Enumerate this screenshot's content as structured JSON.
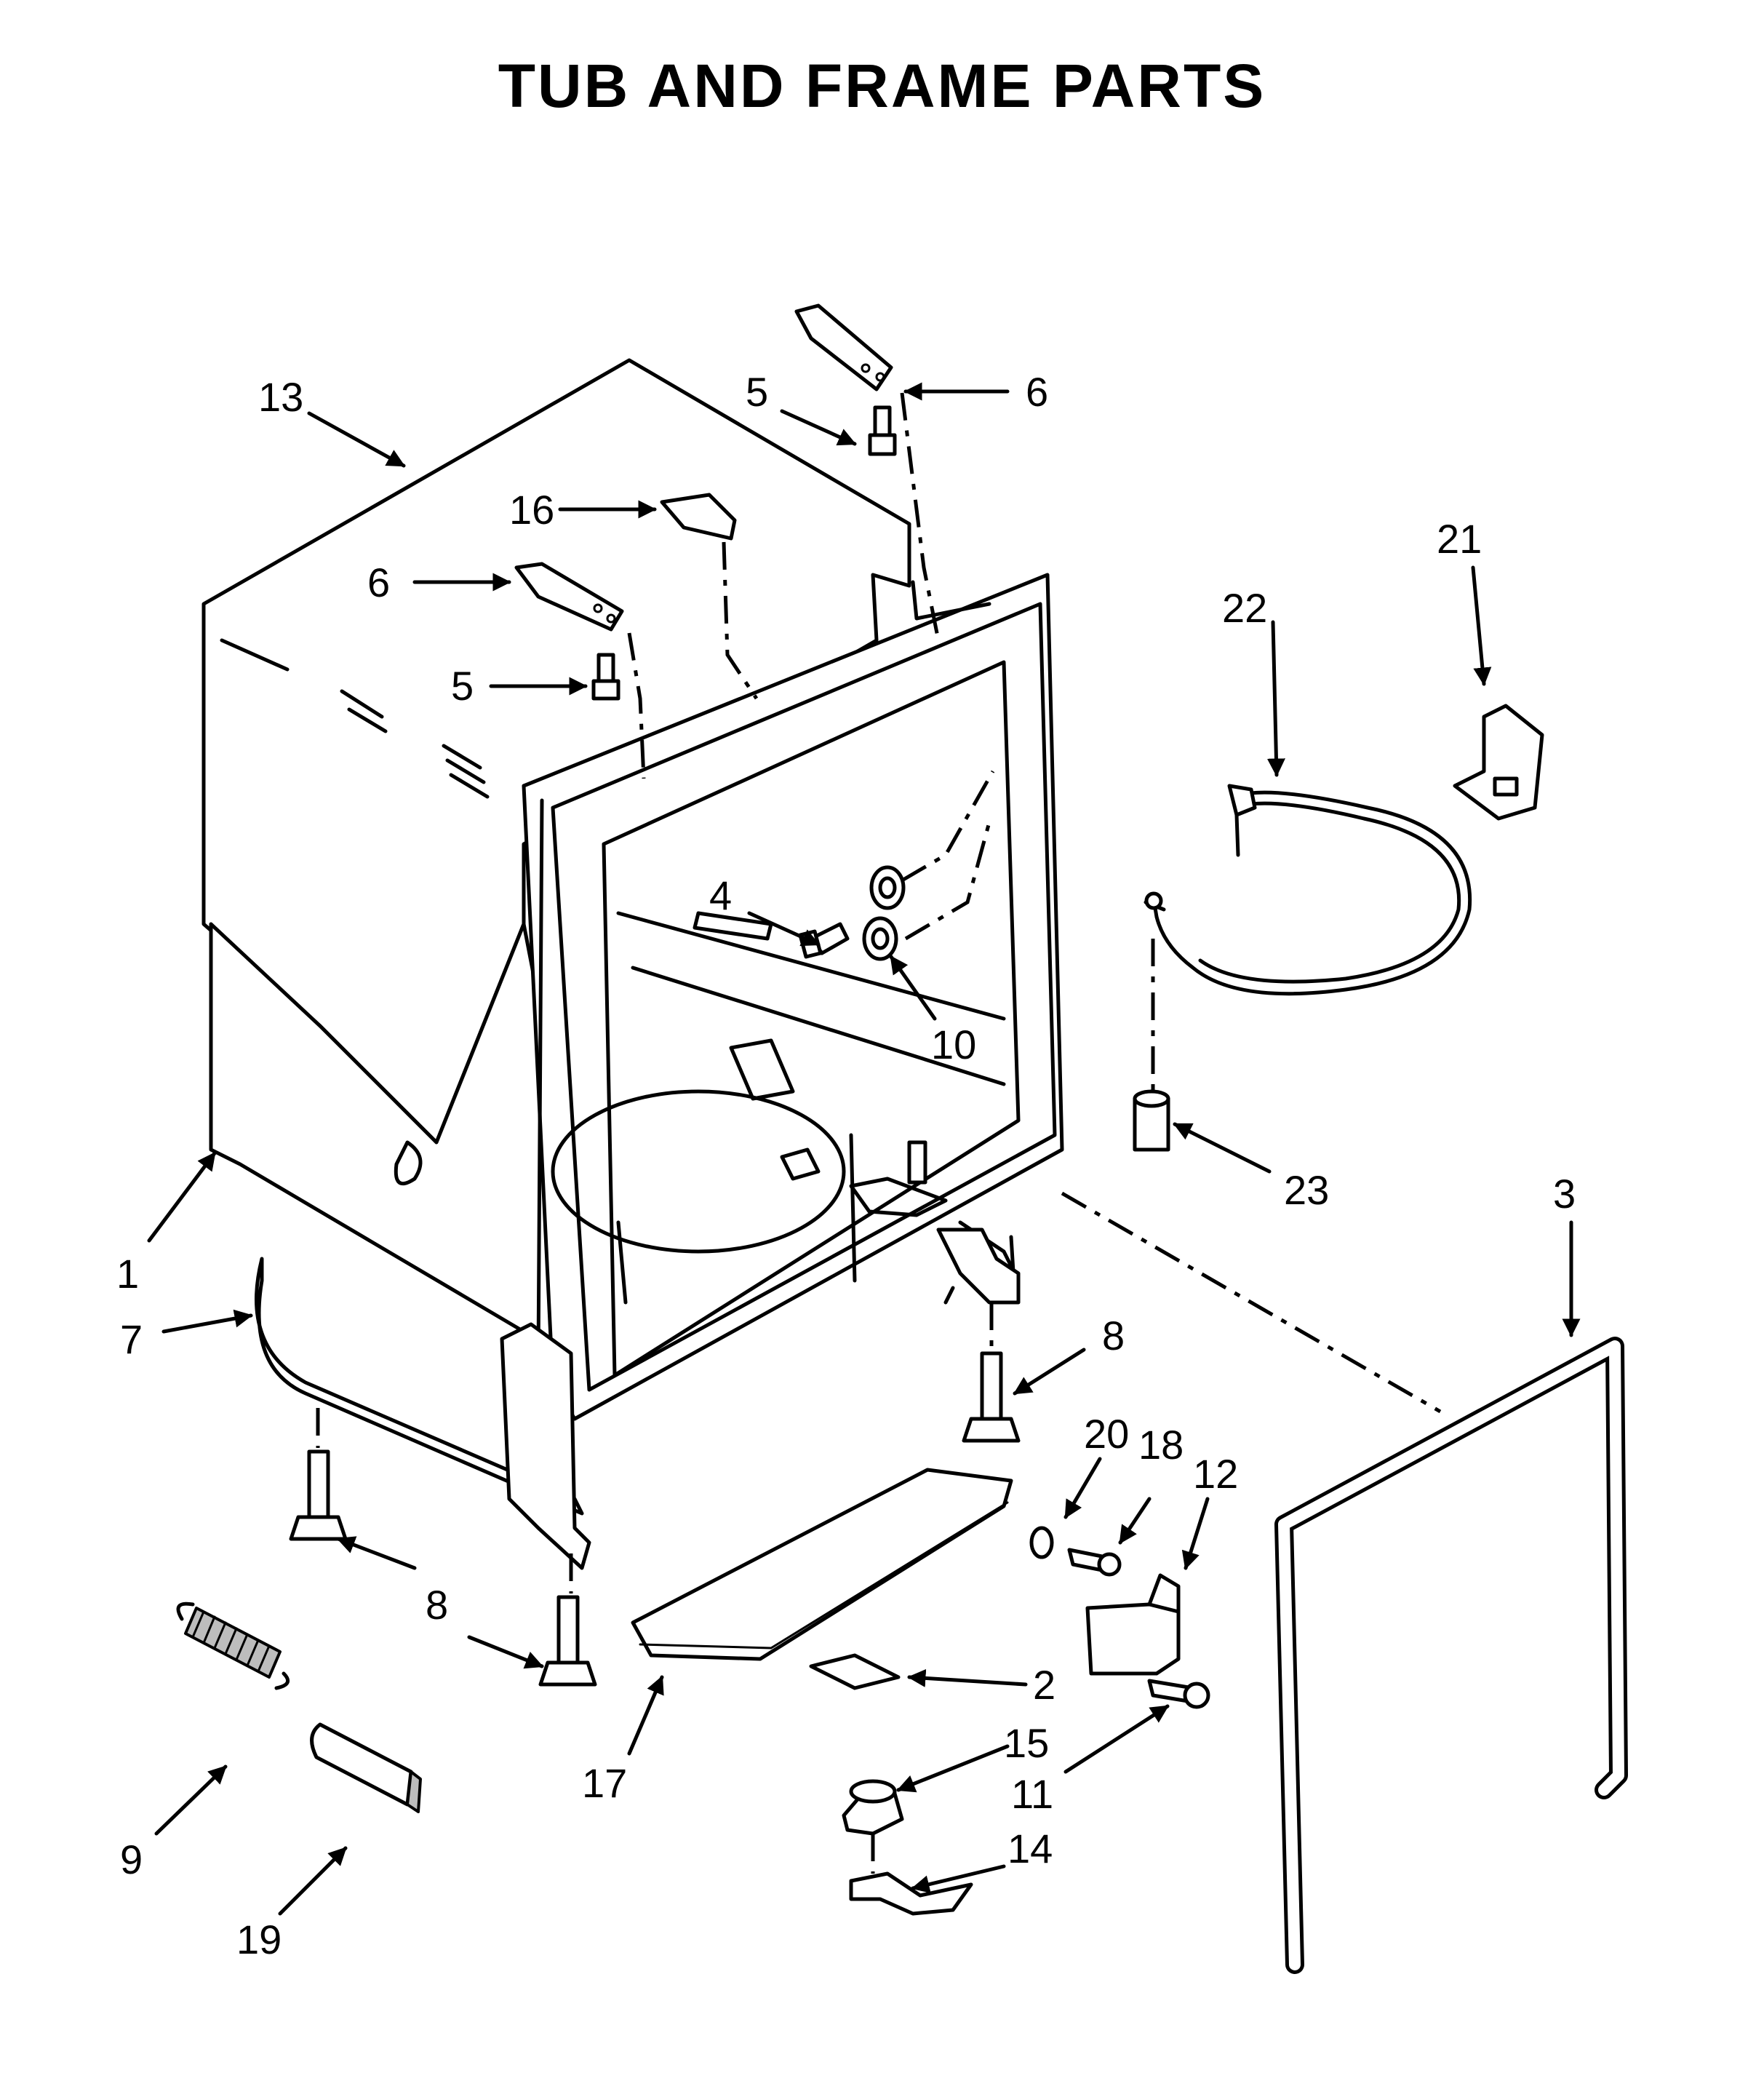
{
  "title": "TUB AND FRAME PARTS",
  "callouts": {
    "c1": "1",
    "c2": "2",
    "c3": "3",
    "c4": "4",
    "c5a": "5",
    "c5b": "5",
    "c6a": "6",
    "c6b": "6",
    "c7": "7",
    "c8a": "8",
    "c8b": "8",
    "c9": "9",
    "c10": "10",
    "c11": "11",
    "c12": "12",
    "c13": "13",
    "c14": "14",
    "c15": "15",
    "c16": "16",
    "c17": "17",
    "c18": "18",
    "c19": "19",
    "c20": "20",
    "c21": "21",
    "c22": "22",
    "c23": "23"
  }
}
